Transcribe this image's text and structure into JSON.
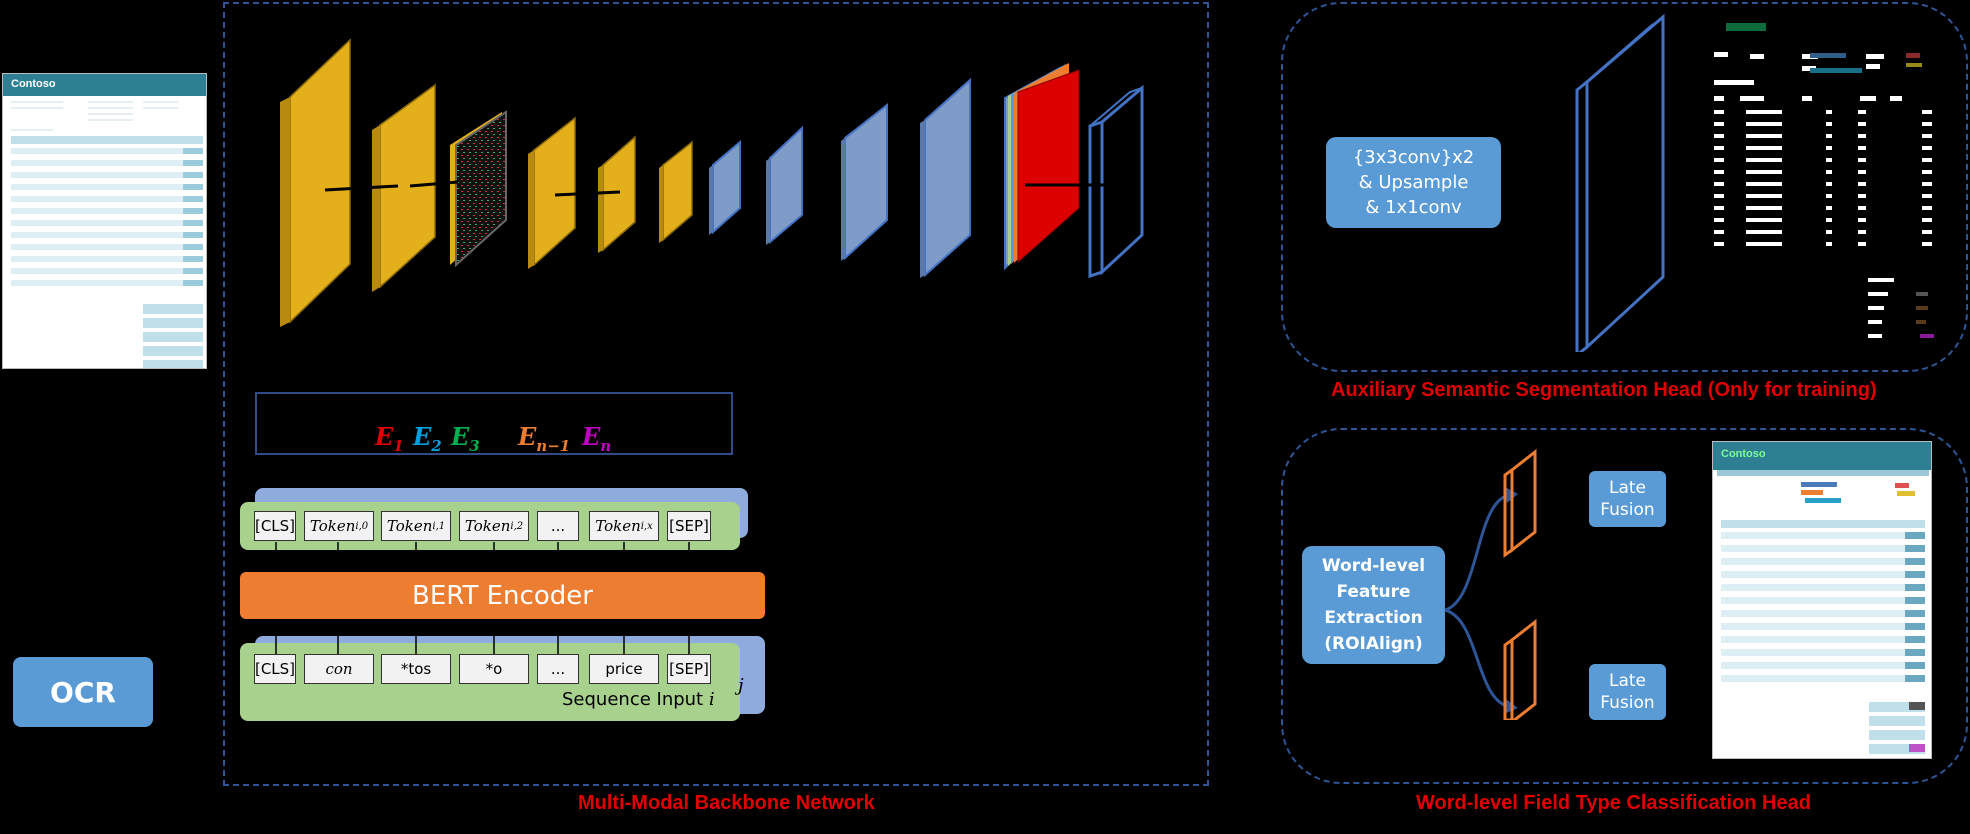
{
  "sections": {
    "backbone_label": "Multi-Modal Backbone Network",
    "seg_head_label": "Auxiliary Semantic Segmentation Head (Only for training)",
    "cls_head_label": "Word-level Field Type Classification Head"
  },
  "doc_thumbnail": {
    "company": "Contoso"
  },
  "ocr": {
    "label": "OCR"
  },
  "embeddings": {
    "e1": "E",
    "e1_sub": "1",
    "e2": "E",
    "e2_sub": "2",
    "e3": "E",
    "e3_sub": "3",
    "en1": "E",
    "en1_sub": "n−1",
    "en": "E",
    "en_sub": "n",
    "colors": {
      "e1": "#E00000",
      "e2": "#00A0E0",
      "e3": "#00B050",
      "en1": "#ED7D31",
      "en": "#C000C0"
    }
  },
  "top_tokens": {
    "cls": "[CLS]",
    "t0": "Token",
    "t0_sub": "i,0",
    "t1": "Token",
    "t1_sub": "i,1",
    "t2": "Token",
    "t2_sub": "i,2",
    "dots": "...",
    "tx": "Token",
    "tx_sub": "i,x",
    "sep": "[SEP]"
  },
  "bert": {
    "label": "BERT Encoder"
  },
  "bottom_tokens": {
    "cls": "[CLS]",
    "t0": "con",
    "t1": "*tos",
    "t2": "*o",
    "dots": "...",
    "t4": "price",
    "sep": "[SEP]",
    "seq_label": "Sequence Input",
    "seq_var": "i",
    "j_label": "j"
  },
  "seg_head": {
    "line1": "{3x3conv}x2",
    "line2": "& Upsample",
    "line3": "& 1x1conv"
  },
  "cls_head": {
    "feature_line1": "Word-level",
    "feature_line2": "Feature",
    "feature_line3": "Extraction",
    "feature_line4": "(ROIAlign)",
    "late_fusion_1": "Late Fusion",
    "late_fusion_2": "Late Fusion",
    "doc_company": "Contoso"
  },
  "colors": {
    "gold": "#E3B01B",
    "steel": "#7F9BC8",
    "blue_outline": "#4472C4",
    "orange": "#ED7D31",
    "green": "#A9D18E",
    "light_blue": "#8FAADC",
    "dash": "#2E5597",
    "red_label": "#E00000"
  }
}
